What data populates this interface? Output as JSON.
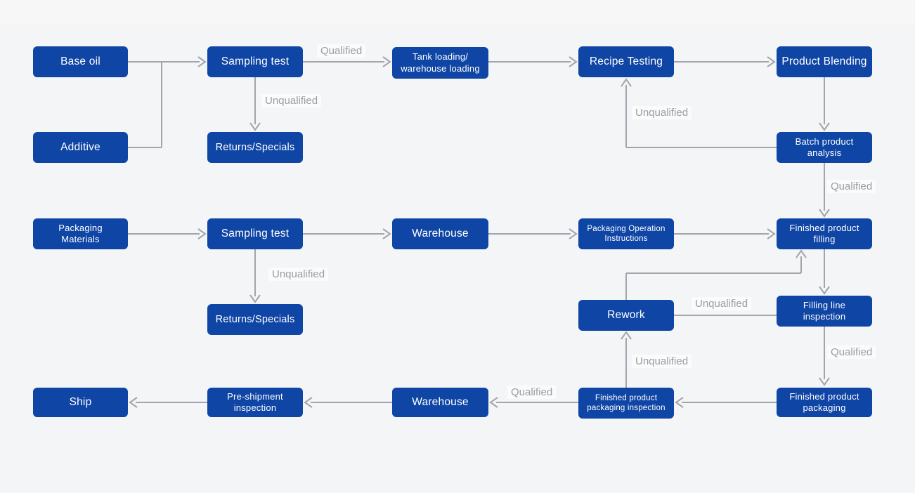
{
  "colors": {
    "box_blue": "#0f45a5",
    "arrow_gray": "#a3a4ac",
    "label_gray": "#9b9ca2",
    "background": "#f4f5f7"
  },
  "nodes": {
    "base_oil": "Base oil",
    "sampling_test_1": "Sampling test",
    "tank_loading": "Tank loading/\nwarehouse loading",
    "recipe_testing": "Recipe Testing",
    "product_blending": "Product Blending",
    "additive": "Additive",
    "returns_specials_1": "Returns/Specials",
    "batch_product_analysis": "Batch product\nanalysis",
    "packaging_materials": "Packaging\nMaterials",
    "sampling_test_2": "Sampling test",
    "warehouse_1": "Warehouse",
    "packaging_operation_instructions": "Packaging Operation\nInstructions",
    "finished_product_filling": "Finished product\nfilling",
    "returns_specials_2": "Returns/Specials",
    "rework": "Rework",
    "filling_line_inspection": "Filling line\ninspection",
    "ship": "Ship",
    "pre_shipment_inspection": "Pre-shipment\ninspection",
    "warehouse_2": "Warehouse",
    "finished_product_packaging_inspection": "Finished product\npackaging inspection",
    "finished_product_packaging": "Finished product\npackaging"
  },
  "labels": {
    "qualified_sampling": "Qualified",
    "unqualified_sampling1": "Unqualified",
    "unqualified_recipe": "Unqualified",
    "qualified_batch": "Qualified",
    "unqualified_sampling2": "Unqualified",
    "unqualified_filling_line": "Unqualified",
    "qualified_filling_line": "Qualified",
    "unqualified_packaging": "Unqualified",
    "qualified_packaging": "Qualified"
  }
}
